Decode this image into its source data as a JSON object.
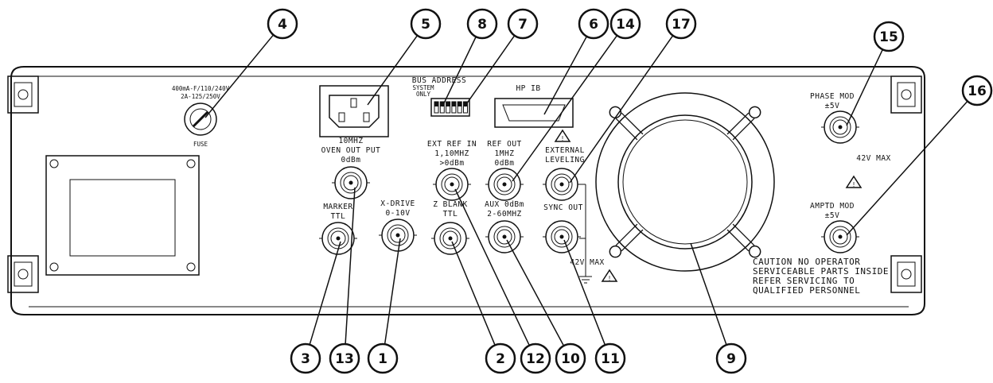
{
  "panel": {
    "fuse_rating_1": "400mA-F/110/240V",
    "fuse_rating_2": "2A-125/250V",
    "fuse_label": "FUSE",
    "bus_address_label": "BUS ADDRESS",
    "bus_switch_sub_1": "SYSTEM",
    "bus_switch_sub_2": "ONLY",
    "hpib_label": "HP IB",
    "oven_line_1": "10MHZ",
    "oven_line_2": "OVEN OUT PUT",
    "oven_line_3": "0dBm",
    "marker_line_1": "MARKER",
    "marker_line_2": "TTL",
    "xdrive_line_1": "X-DRIVE",
    "xdrive_line_2": "0-10V",
    "extref_line_1": "EXT REF IN",
    "extref_line_2": "1,10MHZ",
    "extref_line_3": ">0dBm",
    "blank_line_1": "Z BLANK",
    "blank_line_2": "TTL",
    "refout_line_1": "REF OUT",
    "refout_line_2": "1MHZ",
    "refout_line_3": "0dBm",
    "aux_line_1": "AUX 0dBm",
    "aux_line_2": "2-60MHZ",
    "extlev_line_1": "EXTERNAL",
    "extlev_line_2": "LEVELING",
    "sync_label": "SYNC OUT",
    "max_label_1": "42V MAX",
    "phase_line_1": "PHASE MOD",
    "phase_line_2": "±5V",
    "max_label_2": "42V MAX",
    "ampl_line_1": "AMPTD MOD",
    "ampl_line_2": "±5V",
    "caution_1": "CAUTION  NO OPERATOR",
    "caution_2": "SERVICEABLE PARTS INSIDE",
    "caution_3": "REFER SERVICING TO",
    "caution_4": "QUALIFIED PERSONNEL"
  },
  "callouts": {
    "c1": "1",
    "c2": "2",
    "c3": "3",
    "c4": "4",
    "c5": "5",
    "c6": "6",
    "c7": "7",
    "c8": "8",
    "c9": "9",
    "c10": "10",
    "c11": "11",
    "c12": "12",
    "c13": "13",
    "c14": "14",
    "c15": "15",
    "c16": "16",
    "c17": "17"
  }
}
